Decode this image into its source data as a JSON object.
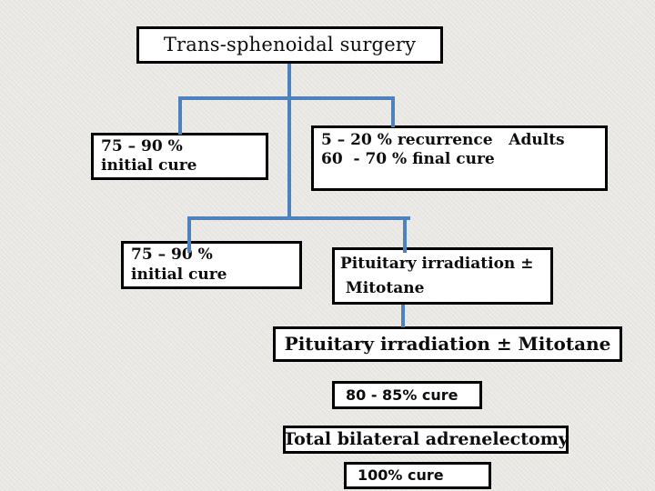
{
  "slide": {
    "type": "flowchart",
    "topic": "Trans-sphenoidal surgery outcomes"
  },
  "colors": {
    "background": "#edece8",
    "box_background": "#ffffff",
    "box_border": "#000000",
    "connector_blue": "#4f81bd",
    "text": "#0d0d0d"
  },
  "nodes": {
    "title": "Trans-sphenoidal surgery",
    "initial_cure_1": {
      "line1": "75 – 90 %",
      "line2": "initial cure"
    },
    "recurrence": {
      "line1": "5 – 20 % recurrence   Adults",
      "line2": "60  - 70 % final cure"
    },
    "initial_cure_2": {
      "line1": "75 – 90 %",
      "line2": "initial cure"
    },
    "pituitary_small": {
      "line1": "Pituitary irradiation ±",
      "line2": " Mitotane"
    },
    "pituitary_large": "Pituitary irradiation ± Mitotane",
    "cure_80_85": "80 - 85% cure",
    "adrenelectomy": "Total bilateral adrenelectomy",
    "cure_100": "100% cure"
  }
}
